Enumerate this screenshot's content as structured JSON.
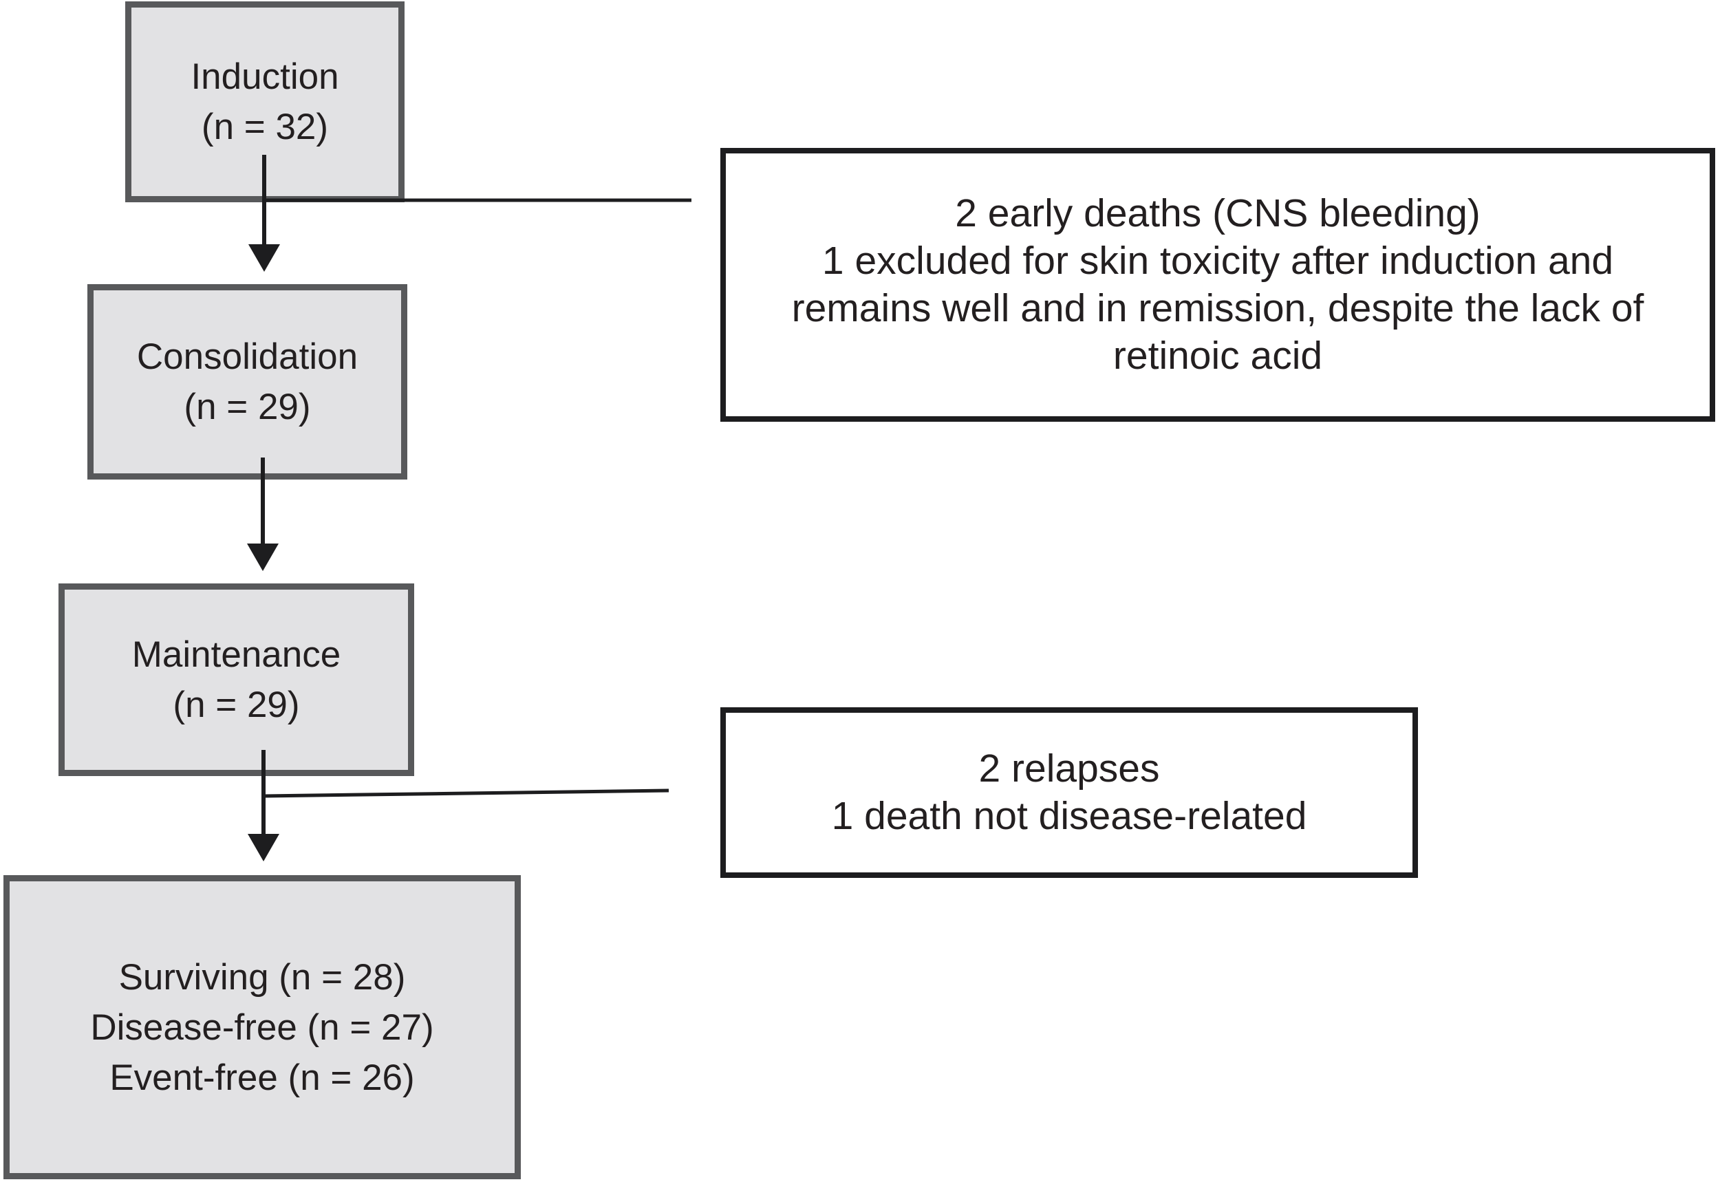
{
  "diagram": {
    "boxes": {
      "induction": {
        "lines": [
          "Induction",
          "(n = 32)"
        ]
      },
      "consolidation": {
        "lines": [
          "Consolidation",
          "(n = 29)"
        ]
      },
      "maintenance": {
        "lines": [
          "Maintenance",
          "(n = 29)"
        ]
      },
      "outcome": {
        "lines": [
          "Surviving (n = 28)",
          "Disease-free (n = 27)",
          "Event-free (n = 26)"
        ]
      }
    },
    "notes": {
      "induction_note": {
        "lines": [
          "2 early deaths (CNS bleeding)",
          "1 excluded for skin toxicity after induction and",
          "remains well and in remission, despite the lack of",
          "retinoic acid"
        ]
      },
      "maintenance_note": {
        "lines": [
          "2 relapses",
          "1 death not disease-related"
        ]
      }
    }
  },
  "colors": {
    "background": "#ffffff",
    "box_fill": "#e2e2e4",
    "box_border": "#58595b",
    "note_fill": "#ffffff",
    "note_border": "#1d1d1f",
    "text": "#231f20",
    "connector": "#1d1d1f"
  }
}
